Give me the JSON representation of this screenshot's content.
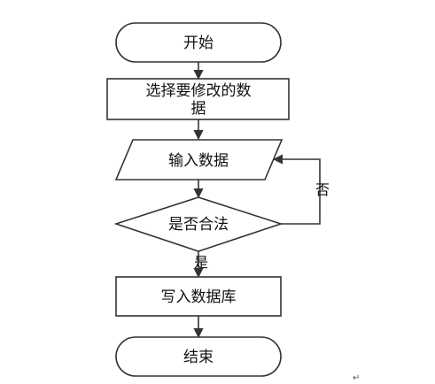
{
  "flowchart": {
    "nodes": {
      "start": "开始",
      "select": {
        "line1": "选择要修改的数",
        "line2": "据"
      },
      "input": "输入数据",
      "check": "是否合法",
      "write": "写入数据库",
      "end": "结束"
    },
    "edges": {
      "no_label": "否",
      "yes_label": "是"
    },
    "paragraph_mark": "↵"
  }
}
